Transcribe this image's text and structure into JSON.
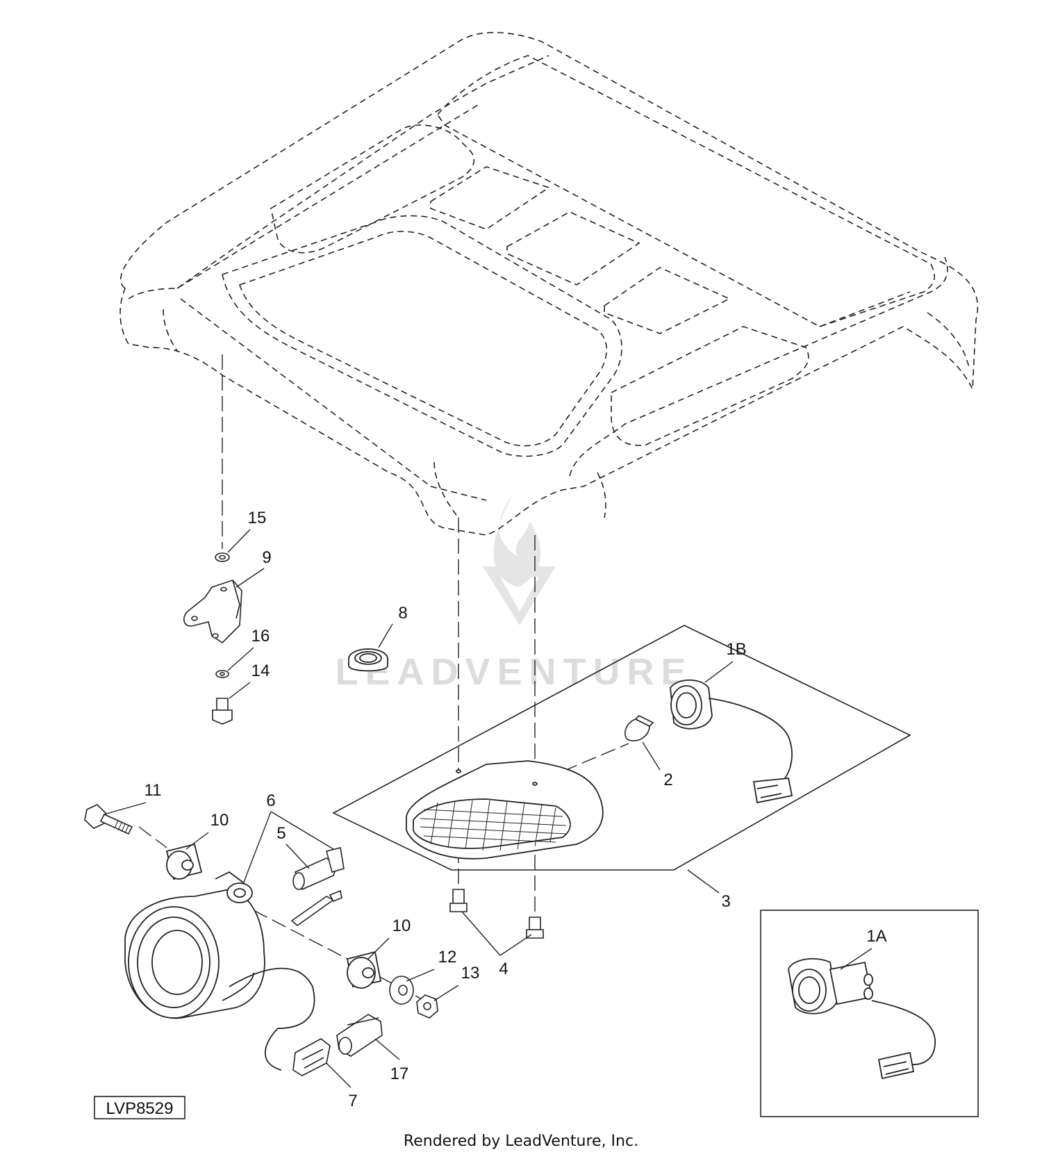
{
  "labels": {
    "l1A": "1A",
    "l1B": "1B",
    "l2": "2",
    "l3": "3",
    "l4": "4",
    "l5": "5",
    "l6": "6",
    "l7": "7",
    "l8": "8",
    "l9": "9",
    "l10a": "10",
    "l10b": "10",
    "l11": "11",
    "l12": "12",
    "l13": "13",
    "l14": "14",
    "l15": "15",
    "l16": "16",
    "l17": "17"
  },
  "diagram_code": "LVP8529",
  "watermark": "LEADVENTURE",
  "footer": "Rendered by LeadVenture, Inc."
}
